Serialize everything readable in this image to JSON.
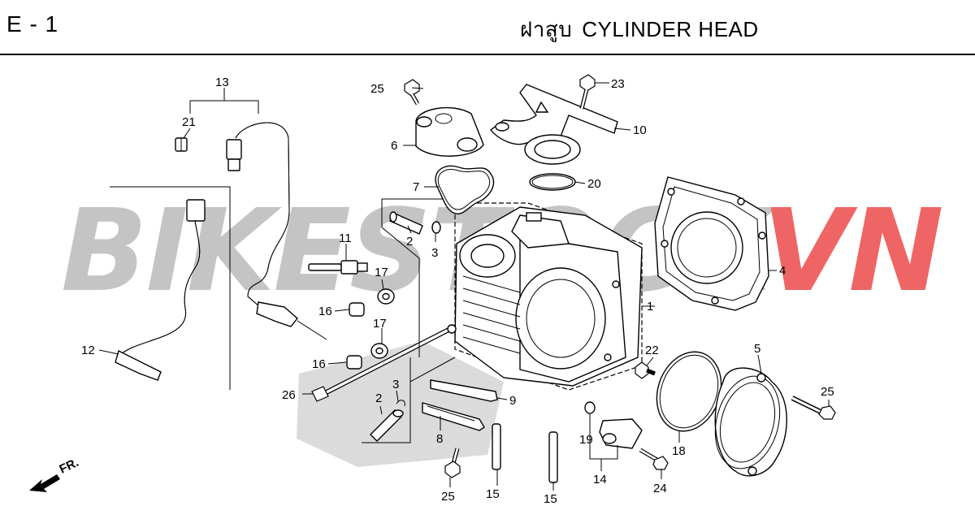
{
  "header": {
    "code": "E - 1",
    "title_th": "ฝาสูบ",
    "title_en": "CYLINDER HEAD"
  },
  "watermark": {
    "part1": "BIKESTOCK",
    "part2": "VN",
    "color1": "#bdbdbd",
    "color2": "#f05a5a"
  },
  "front_marker": "FR.",
  "callouts": {
    "c1": "1",
    "c2a": "2",
    "c2b": "2",
    "c3a": "3",
    "c3b": "3",
    "c4": "4",
    "c5": "5",
    "c6": "6",
    "c7": "7",
    "c8": "8",
    "c9": "9",
    "c10": "10",
    "c11": "11",
    "c12": "12",
    "c13": "13",
    "c14": "14",
    "c15a": "15",
    "c15b": "15",
    "c16a": "16",
    "c16b": "16",
    "c17a": "17",
    "c17b": "17",
    "c18": "18",
    "c19": "19",
    "c20": "20",
    "c21": "21",
    "c22": "22",
    "c23": "23",
    "c24": "24",
    "c25a": "25",
    "c25b": "25",
    "c25c": "25",
    "c26": "26"
  }
}
